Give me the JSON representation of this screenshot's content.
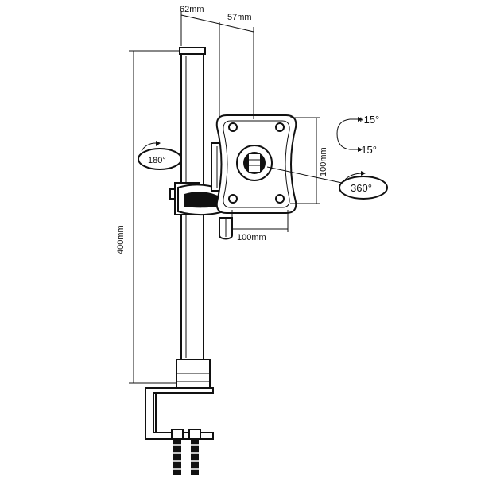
{
  "dimensions": {
    "pole_offset": "62mm",
    "arm_offset": "57mm",
    "pole_height": "400mm",
    "vesa_height": "100mm",
    "vesa_width": "100mm"
  },
  "rotations": {
    "pole_swivel": "180°",
    "tilt_up": "+15°",
    "tilt_down": "-15°",
    "plate_rotation": "360°"
  }
}
